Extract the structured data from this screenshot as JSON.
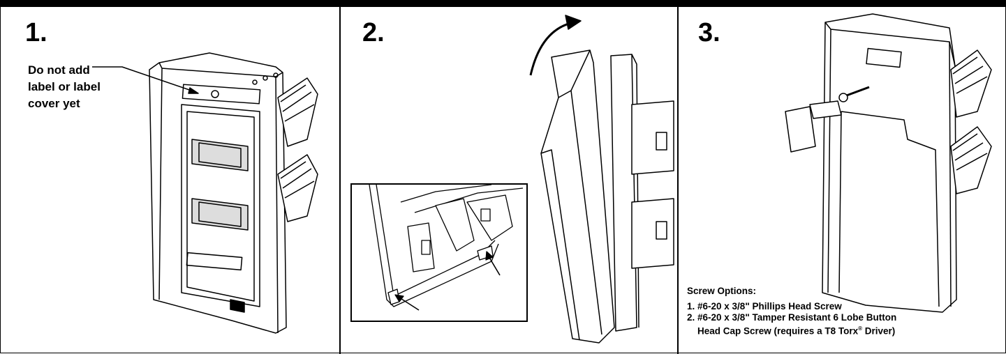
{
  "steps": [
    {
      "number": "1."
    },
    {
      "number": "2."
    },
    {
      "number": "3."
    }
  ],
  "step1_note": {
    "line1": "Do not add",
    "line2": "label or label",
    "line3": "cover yet"
  },
  "step3_options": {
    "heading": "Screw Options:",
    "item1": "1.  #6-20 x 3/8\" Phillips Head Screw",
    "item2_line1": "2.  #6-20 x 3/8\" Tamper Resistant 6 Lobe Button",
    "item2_line2_a": "Head Cap Screw (requires a T8 Torx",
    "item2_reg": "®",
    "item2_line2_b": " Driver)"
  }
}
